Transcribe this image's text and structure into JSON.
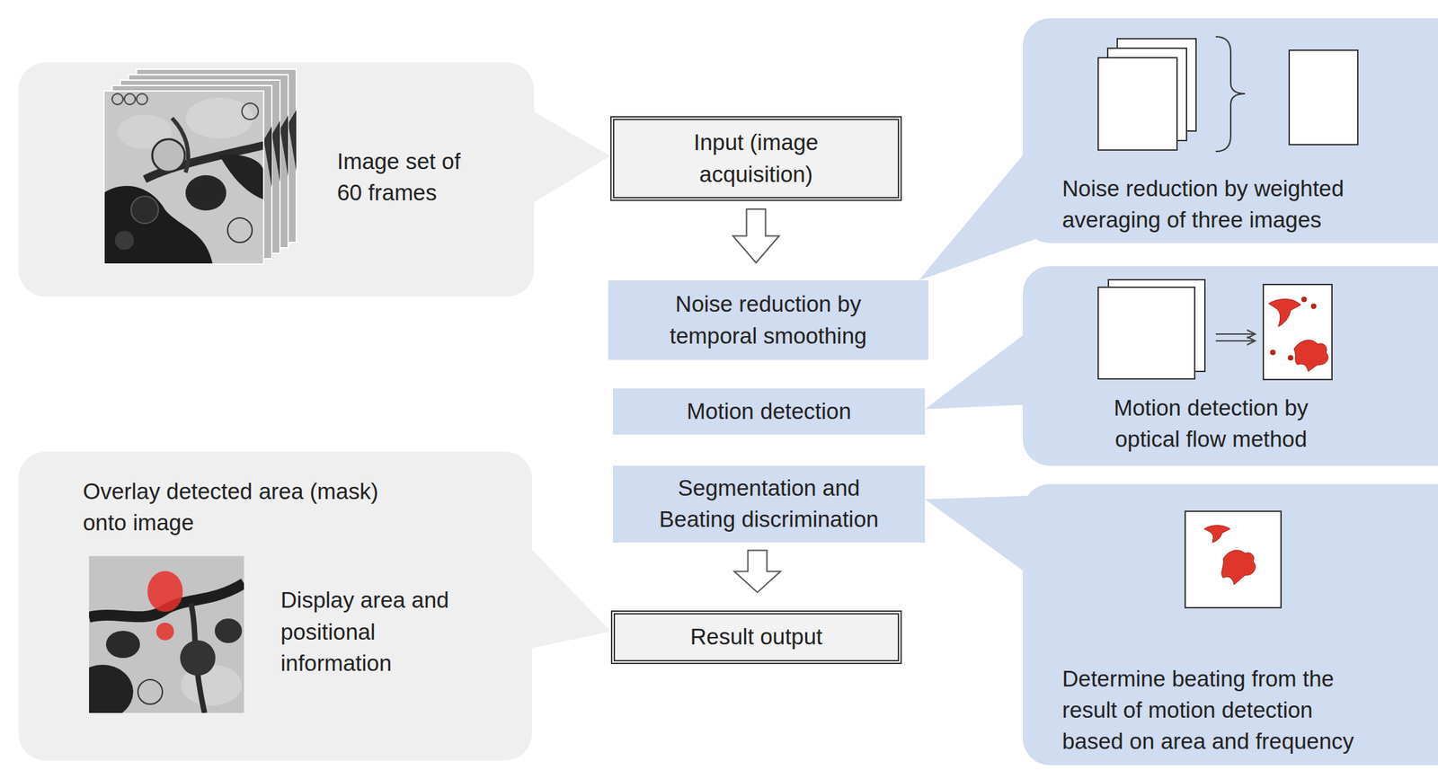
{
  "diagram": {
    "nodes": [
      {
        "text": [
          "Image set of 60 frames"
        ]
      },
      {
        "text": [
          "Input (image acquisition)"
        ]
      },
      {
        "text": [
          "Noise reduction by weighted averaging of three images"
        ]
      },
      {
        "text": [
          "Noise reduction by temporal smoothing"
        ]
      },
      {
        "text": [
          "Motion detection by optical flow method"
        ]
      },
      {
        "text": [
          "Motion detection"
        ]
      },
      {
        "text": [
          "Overlay detected area (mask) onto image",
          "Display area and positional information"
        ]
      },
      {
        "text": [
          "Segmentation and Beating discrimination"
        ]
      },
      {
        "text": [
          "Determine beating from the result of motion detection based on area and frequency"
        ]
      },
      {
        "text": [
          "Result output"
        ]
      }
    ],
    "edges": [
      {
        "from": 0,
        "to": 1,
        "arrow": "none"
      },
      {
        "from": 1,
        "to": 3,
        "arrow": "to"
      },
      {
        "from": 2,
        "to": 3,
        "arrow": "none"
      },
      {
        "from": 4,
        "to": 5,
        "arrow": "none"
      },
      {
        "from": 8,
        "to": 7,
        "arrow": "none"
      },
      {
        "from": 7,
        "to": 9,
        "arrow": "to"
      },
      {
        "from": 6,
        "to": 9,
        "arrow": "none"
      }
    ]
  }
}
